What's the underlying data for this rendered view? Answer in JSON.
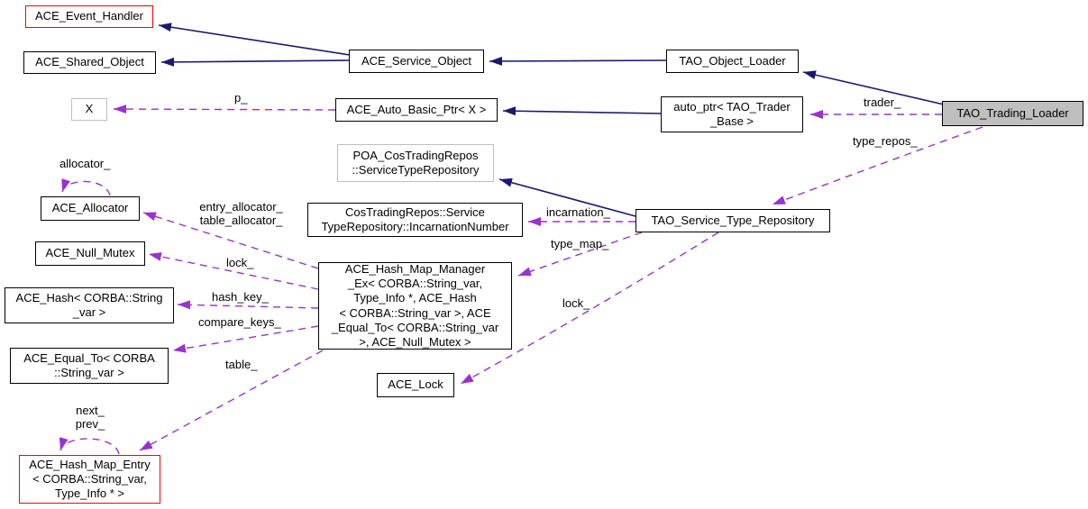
{
  "diagram_kind": "class-collaboration-diagram",
  "colors": {
    "inheritance_edge": "#191970",
    "usage_edge": "#9a32cd",
    "node_border": "#000000",
    "highlight_node_border": "#ff0000",
    "muted_node_border": "#bfbfbf",
    "selected_node_fill": "#bfbfbf",
    "background": "#ffffff",
    "text": "#000000"
  },
  "nodes": [
    {
      "id": "ace-event-handler",
      "label": "ACE_Event_Handler"
    },
    {
      "id": "ace-shared-object",
      "label": "ACE_Shared_Object"
    },
    {
      "id": "x",
      "label": "X"
    },
    {
      "id": "ace-service-object",
      "label": "ACE_Service_Object"
    },
    {
      "id": "ace-auto-basic-ptr",
      "label": "ACE_Auto_Basic_Ptr< X >"
    },
    {
      "id": "tao-object-loader",
      "label": "TAO_Object_Loader"
    },
    {
      "id": "auto-ptr-tao-trader-base",
      "label": "auto_ptr< TAO_Trader\n_Base >"
    },
    {
      "id": "tao-trading-loader",
      "label": "TAO_Trading_Loader"
    },
    {
      "id": "poa-costradingrepos",
      "label": "POA_CosTradingRepos\n::ServiceTypeRepository"
    },
    {
      "id": "incarnation-number",
      "label": "CosTradingRepos::Service\nTypeRepository::IncarnationNumber"
    },
    {
      "id": "tao-service-type-repository",
      "label": "TAO_Service_Type_Repository"
    },
    {
      "id": "ace-allocator",
      "label": "ACE_Allocator"
    },
    {
      "id": "ace-null-mutex",
      "label": "ACE_Null_Mutex"
    },
    {
      "id": "ace-hash",
      "label": "ACE_Hash< CORBA::String\n_var >"
    },
    {
      "id": "ace-equal-to",
      "label": "ACE_Equal_To< CORBA\n::String_var >"
    },
    {
      "id": "ace-hash-map-manager",
      "label": "ACE_Hash_Map_Manager\n_Ex< CORBA::String_var,\nType_Info *, ACE_Hash\n< CORBA::String_var >, ACE\n_Equal_To< CORBA::String_var\n>, ACE_Null_Mutex >"
    },
    {
      "id": "ace-lock",
      "label": "ACE_Lock"
    },
    {
      "id": "ace-hash-map-entry",
      "label": "ACE_Hash_Map_Entry\n< CORBA::String_var,\nType_Info * >"
    }
  ],
  "labels": {
    "p": "p_",
    "trader": "trader_",
    "type_repos": "type_repos_",
    "allocator": "allocator_",
    "entry_table_allocator": "entry_allocator_\ntable_allocator_",
    "incarnation": "incarnation_",
    "type_map": "type_map_",
    "lock_mutex": "lock_",
    "hash_key": "hash_key_",
    "compare_keys": "compare_keys_",
    "table": "table_",
    "next_prev": "next_\nprev_",
    "lock_lock": "lock_"
  },
  "relations": [
    {
      "from": "ace-service-object",
      "to": "ace-event-handler",
      "kind": "inheritance"
    },
    {
      "from": "ace-service-object",
      "to": "ace-shared-object",
      "kind": "inheritance"
    },
    {
      "from": "tao-object-loader",
      "to": "ace-service-object",
      "kind": "inheritance"
    },
    {
      "from": "tao-trading-loader",
      "to": "tao-object-loader",
      "kind": "inheritance"
    },
    {
      "from": "auto-ptr-tao-trader-base",
      "to": "ace-auto-basic-ptr",
      "kind": "inheritance"
    },
    {
      "from": "tao-service-type-repository",
      "to": "poa-costradingrepos",
      "kind": "inheritance"
    },
    {
      "from": "ace-auto-basic-ptr",
      "to": "x",
      "kind": "usage",
      "label": "p_"
    },
    {
      "from": "tao-trading-loader",
      "to": "auto-ptr-tao-trader-base",
      "kind": "usage",
      "label": "trader_"
    },
    {
      "from": "tao-trading-loader",
      "to": "tao-service-type-repository",
      "kind": "usage",
      "label": "type_repos_"
    },
    {
      "from": "tao-service-type-repository",
      "to": "incarnation-number",
      "kind": "usage",
      "label": "incarnation_"
    },
    {
      "from": "tao-service-type-repository",
      "to": "ace-hash-map-manager",
      "kind": "usage",
      "label": "type_map_"
    },
    {
      "from": "tao-service-type-repository",
      "to": "ace-lock",
      "kind": "usage",
      "label": "lock_"
    },
    {
      "from": "ace-hash-map-manager",
      "to": "ace-allocator",
      "kind": "usage",
      "label": "entry_allocator_ table_allocator_"
    },
    {
      "from": "ace-hash-map-manager",
      "to": "ace-null-mutex",
      "kind": "usage",
      "label": "lock_"
    },
    {
      "from": "ace-hash-map-manager",
      "to": "ace-hash",
      "kind": "usage",
      "label": "hash_key_"
    },
    {
      "from": "ace-hash-map-manager",
      "to": "ace-equal-to",
      "kind": "usage",
      "label": "compare_keys_"
    },
    {
      "from": "ace-hash-map-manager",
      "to": "ace-hash-map-entry",
      "kind": "usage",
      "label": "table_"
    },
    {
      "from": "ace-allocator",
      "to": "ace-allocator",
      "kind": "usage",
      "label": "allocator_"
    },
    {
      "from": "ace-hash-map-entry",
      "to": "ace-hash-map-entry",
      "kind": "usage",
      "label": "next_ prev_"
    }
  ]
}
